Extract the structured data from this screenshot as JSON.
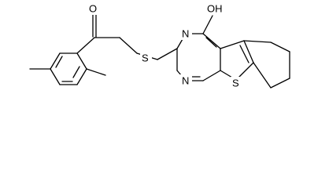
{
  "molecule": {
    "atoms": {
      "O_keto": "O",
      "S_thioether": "S",
      "N_upper": "N",
      "N_lower": "N",
      "OH": "OH",
      "S_ring": "S"
    }
  },
  "colors": {
    "bond": "#000000",
    "background": "#ffffff"
  }
}
